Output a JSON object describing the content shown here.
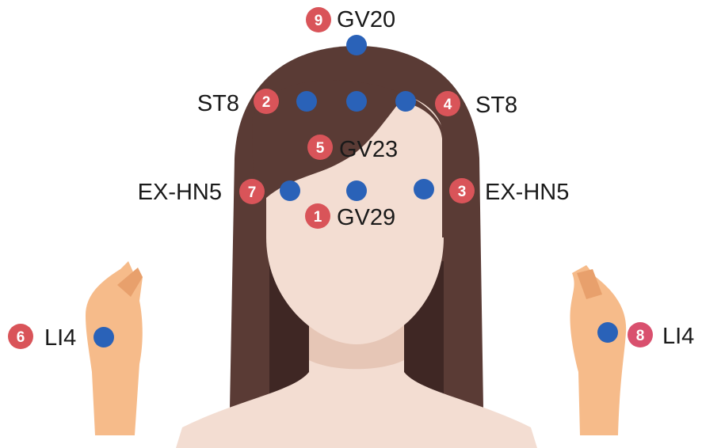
{
  "colors": {
    "hair": "#5a3b35",
    "hair_shadow": "#3f2724",
    "skin": "#f3ddd2",
    "skin_shadow": "#e6c6b6",
    "hand": "#f6bb8a",
    "hand_shadow": "#e8a06c",
    "point": "#2a62b8",
    "badge": "#d95459",
    "badge_alt": "#d9506e"
  },
  "points": [
    {
      "number": "9",
      "label": "GV20"
    },
    {
      "number": "2",
      "label": "ST8"
    },
    {
      "number": "4",
      "label": "ST8"
    },
    {
      "number": "5",
      "label": "GV23"
    },
    {
      "number": "7",
      "label": "EX-HN5"
    },
    {
      "number": "3",
      "label": "EX-HN5"
    },
    {
      "number": "1",
      "label": "GV29"
    },
    {
      "number": "6",
      "label": "LI4"
    },
    {
      "number": "8",
      "label": "LI4"
    }
  ]
}
